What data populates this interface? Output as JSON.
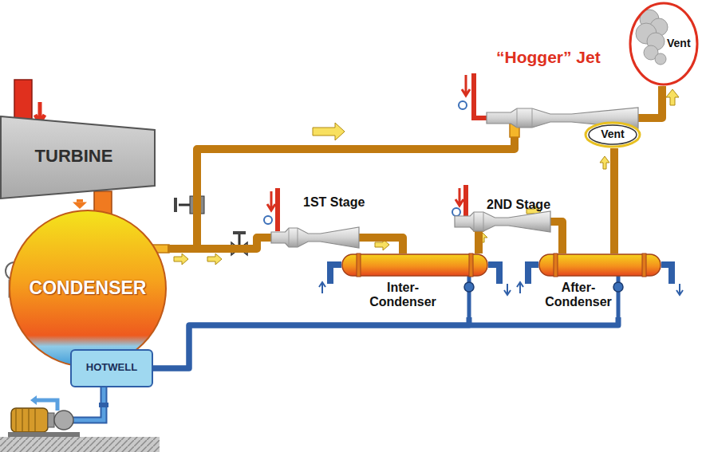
{
  "diagram": {
    "nodes": [
      {
        "text": [
          "TURBINE"
        ]
      },
      {
        "text": [
          "CONDENSER"
        ]
      },
      {
        "text": [
          "HOTWELL"
        ]
      },
      {
        "text": [
          "“Hogger” Jet"
        ]
      },
      {
        "text": [
          "Vent"
        ]
      },
      {
        "text": [
          "1ST Stage"
        ]
      },
      {
        "text": [
          "2ND Stage"
        ]
      },
      {
        "text": [
          "Inter- Condenser"
        ]
      },
      {
        "text": [
          "After- Condenser"
        ]
      },
      {
        "text": [
          "Vent"
        ]
      }
    ],
    "edges": [
      {
        "from": 0,
        "to": 1,
        "arrow": "to"
      },
      {
        "from": 1,
        "to": 5,
        "arrow": "none"
      },
      {
        "from": 1,
        "to": 3,
        "arrow": "none"
      },
      {
        "from": 5,
        "to": 7,
        "arrow": "none"
      },
      {
        "from": 7,
        "to": 6,
        "arrow": "none"
      },
      {
        "from": 6,
        "to": 8,
        "arrow": "none"
      },
      {
        "from": 8,
        "to": 9,
        "arrow": "none"
      },
      {
        "from": 3,
        "to": 4,
        "arrow": "none"
      },
      {
        "from": 7,
        "to": 2,
        "arrow": "none"
      },
      {
        "from": 8,
        "to": 2,
        "arrow": "none"
      }
    ]
  }
}
